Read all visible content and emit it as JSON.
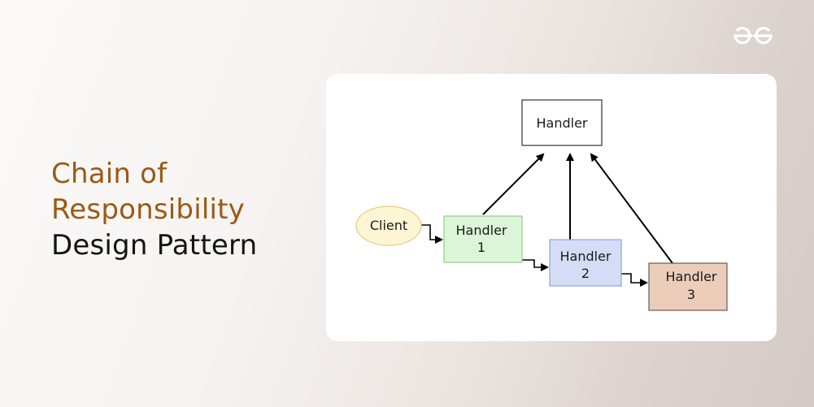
{
  "title": {
    "line1": "Chain of",
    "line2": "Responsibility",
    "line3": "Design Pattern"
  },
  "logo": {
    "icon": "gfg-logo-icon",
    "color": "#ffffff"
  },
  "colors": {
    "accent": "#9a5a15",
    "dark_text": "#141414",
    "client_fill": "#fdf5d4",
    "client_stroke": "#e3cf7a",
    "handler1_fill": "#dcf5d8",
    "handler1_stroke": "#92cf8a",
    "handler2_fill": "#d5ddf6",
    "handler2_stroke": "#8ea3d8",
    "handler3_fill": "#ebcdb9",
    "handler3_stroke": "#6a5a50",
    "handler_top_stroke": "#333333"
  },
  "diagram": {
    "client": "Client",
    "handler_top": "Handler",
    "handler1": {
      "line1": "Handler",
      "line2": "1"
    },
    "handler2": {
      "line1": "Handler",
      "line2": "2"
    },
    "handler3": {
      "line1": "Handler",
      "line2": "3"
    }
  }
}
